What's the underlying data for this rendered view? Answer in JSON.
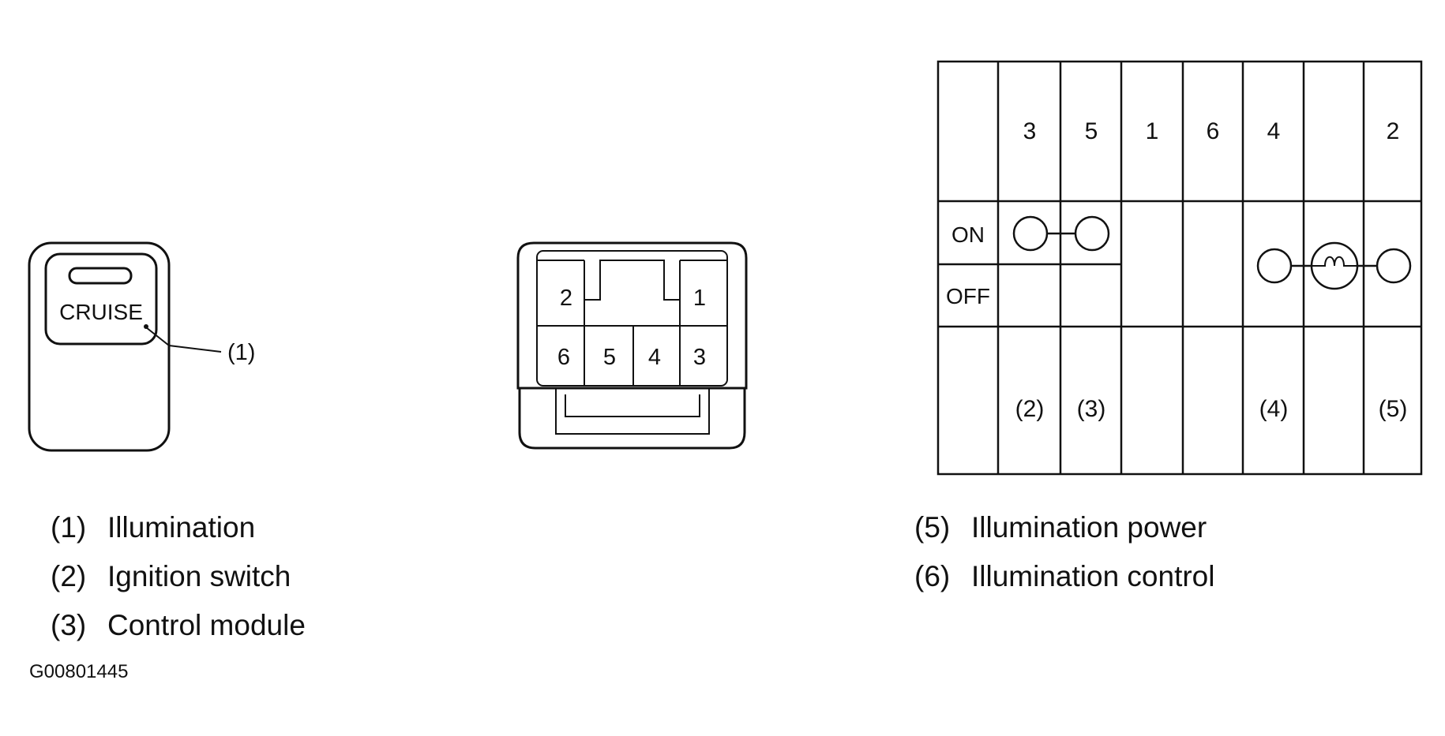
{
  "switch": {
    "face_text": "CRUISE",
    "callout": "(1)"
  },
  "connector": {
    "pins_top": [
      "2",
      "1"
    ],
    "pins_bottom": [
      "6",
      "5",
      "4",
      "3"
    ]
  },
  "table": {
    "terminals": [
      "",
      "3",
      "5",
      "1",
      "6",
      "4",
      "",
      "2"
    ],
    "rows": [
      "ON",
      "OFF"
    ],
    "bottom_labels": [
      "",
      "(2)",
      "(3)",
      "",
      "",
      "(4)",
      "",
      "(5)"
    ]
  },
  "legend_left": [
    {
      "num": "(1)",
      "text": "Illumination"
    },
    {
      "num": "(2)",
      "text": "Ignition switch"
    },
    {
      "num": "(3)",
      "text": "Control module"
    }
  ],
  "legend_right": [
    {
      "num": "(5)",
      "text": "Illumination power"
    },
    {
      "num": "(6)",
      "text": "Illumination control"
    }
  ],
  "figure_id": "G00801445"
}
